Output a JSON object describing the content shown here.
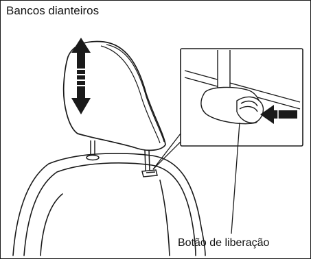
{
  "figure": {
    "title": "Bancos dianteiros",
    "callout_label": "Botão de liberação"
  },
  "icons": {
    "vertical_adjust_arrow": "double-headed-up-down-arrow",
    "press_arrow": "left-pointing-arrow"
  },
  "colors": {
    "line": "#1a1a1a",
    "fill": "#ffffff",
    "arrow": "#1a1a1a"
  }
}
